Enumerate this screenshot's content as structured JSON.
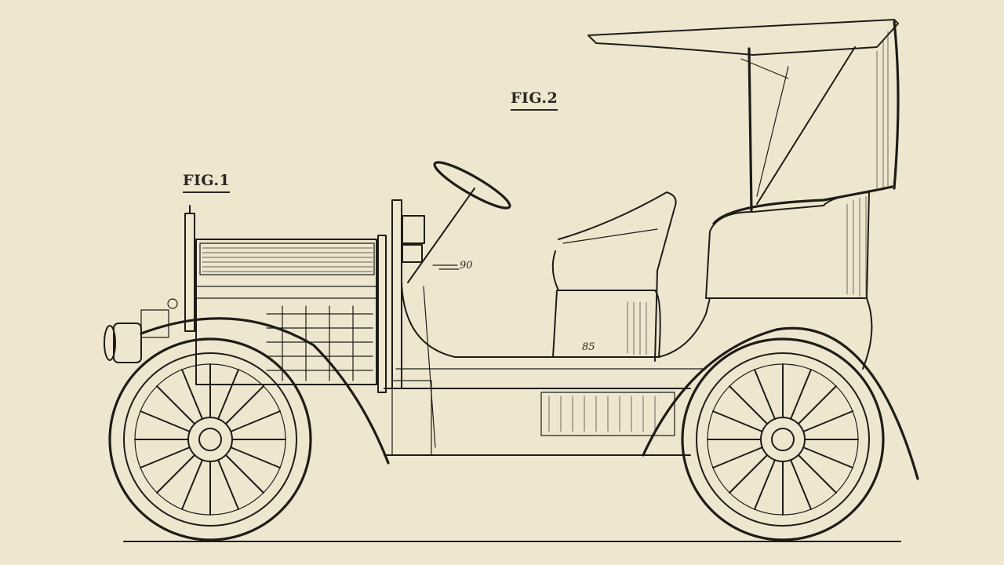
{
  "figures": {
    "fig1_label": "FIG.1",
    "fig2_label": "FIG.2"
  },
  "reference_numerals": {
    "steering_column": "90",
    "seat_base": "85"
  },
  "colors": {
    "paper": "#efe6cf",
    "ink": "#1f1c17"
  }
}
